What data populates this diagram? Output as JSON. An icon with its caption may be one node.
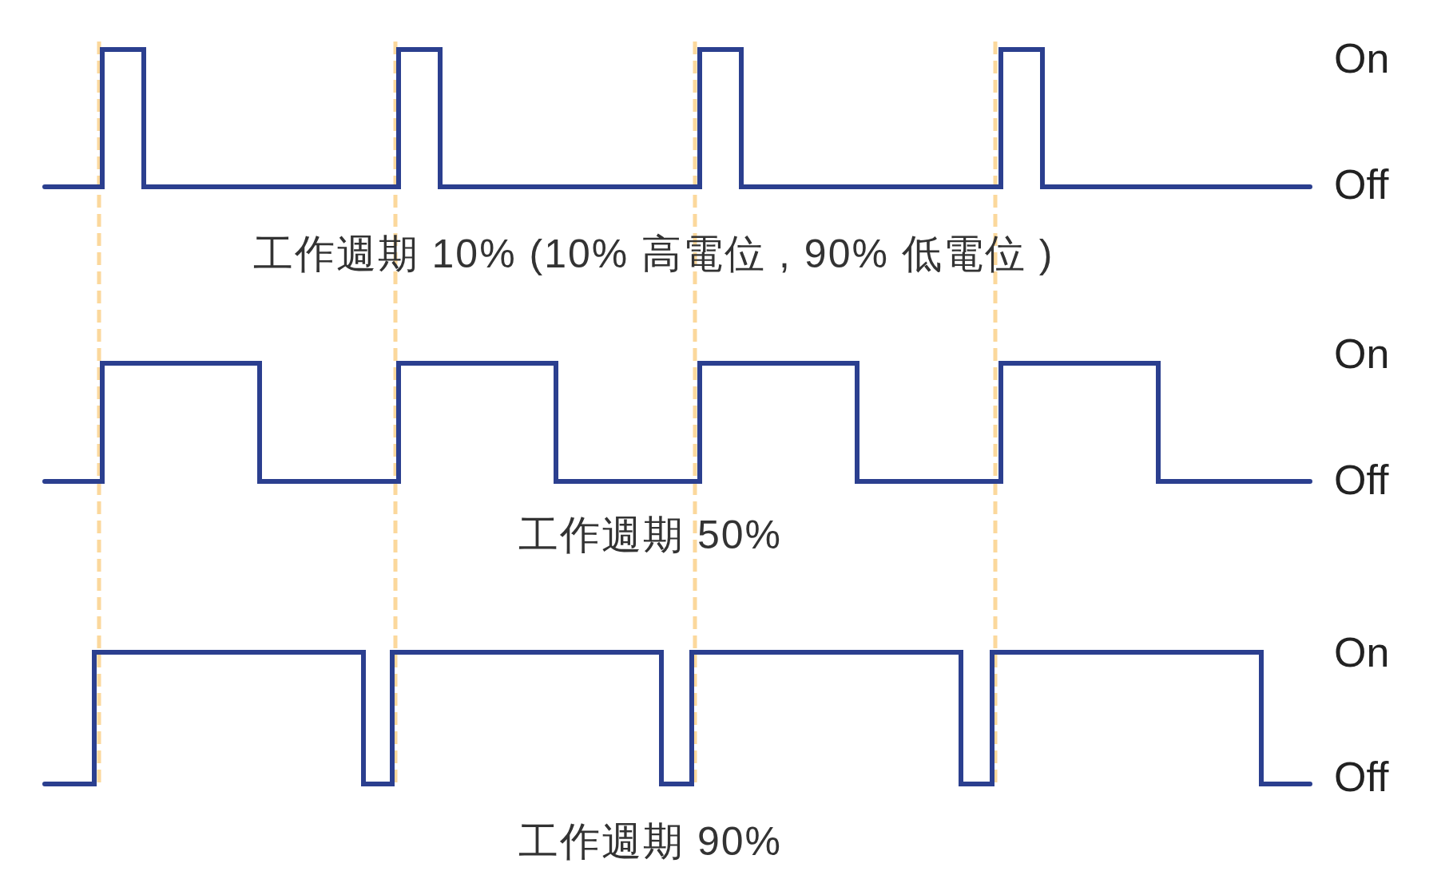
{
  "diagram": {
    "labels": [
      "On",
      "Off",
      "工作週期 10% (10% 高電位 , 90% 低電位 )",
      "On",
      "Off",
      "工作週期 50%",
      "On",
      "Off",
      "工作週期 90%"
    ]
  }
}
